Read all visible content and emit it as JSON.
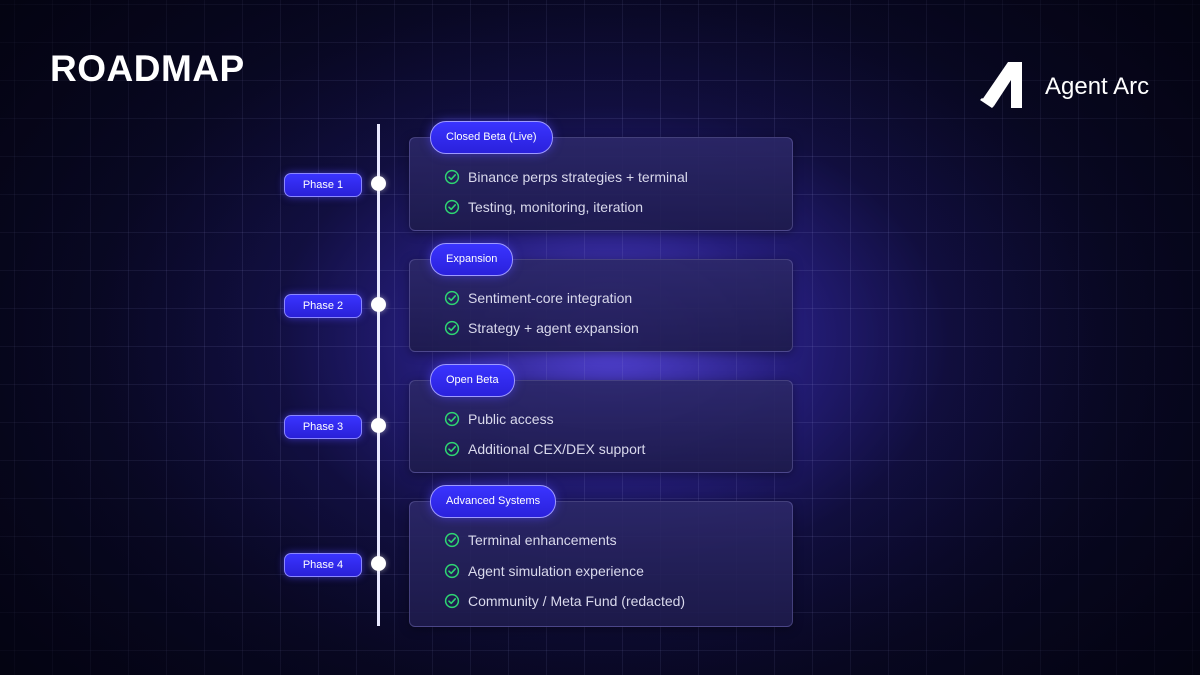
{
  "title": "ROADMAP",
  "brand": {
    "name": "Agent Arc",
    "logo_icon": "agent-arc-logo"
  },
  "colors": {
    "accent": "#3a34ff",
    "check": "#2ed573",
    "line": "#e9e9ff"
  },
  "phases": [
    {
      "phase": "Phase 1",
      "stage": "Closed Beta (Live)",
      "items": [
        "Binance perps strategies + terminal",
        "Testing, monitoring, iteration"
      ]
    },
    {
      "phase": "Phase 2",
      "stage": "Expansion",
      "items": [
        "Sentiment-core integration",
        "Strategy + agent expansion"
      ]
    },
    {
      "phase": "Phase 3",
      "stage": "Open Beta",
      "items": [
        "Public access",
        "Additional CEX/DEX support"
      ]
    },
    {
      "phase": "Phase 4",
      "stage": "Advanced Systems",
      "items": [
        "Terminal enhancements",
        "Agent simulation experience",
        "Community / Meta Fund (redacted)"
      ]
    }
  ]
}
